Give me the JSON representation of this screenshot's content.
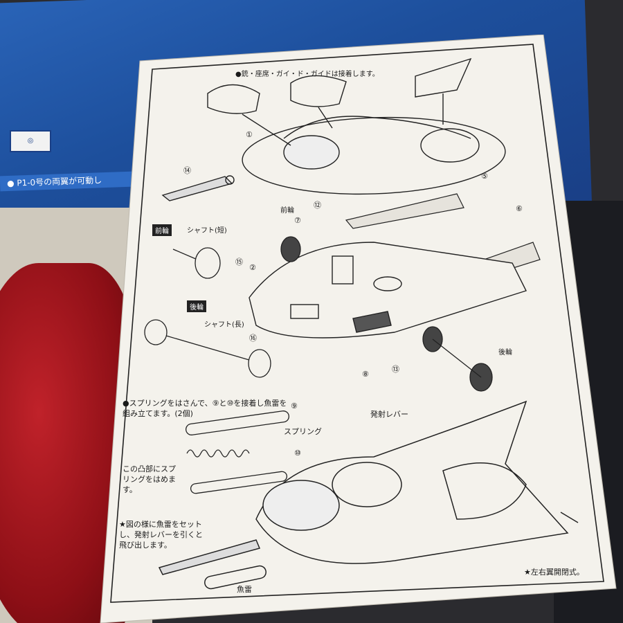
{
  "background": {
    "box_strip_text": "● P1-0号の両翼が可動し",
    "box_colors": {
      "lid_blue": "#1d4f9c",
      "red_plastic": "#b01820",
      "sheet": "#f4f2ec"
    }
  },
  "instruction_sheet": {
    "header_note": "●銃・座席・ガイ・ド・ガイドは接着します。",
    "parts_labels": {
      "front_wheel_tag": "前輪",
      "rear_wheel_tag": "後輪",
      "shaft_short": "シャフト(短)",
      "shaft_long": "シャフト(長)",
      "front_wheel": "前輪",
      "rear_wheel": "後輪",
      "spring": "スプリング",
      "fire_lever": "発射レバー",
      "torpedo": "魚雷"
    },
    "part_numbers": [
      "⑭",
      "⑮",
      "②",
      "⑯",
      "⑦",
      "⑫",
      "⑧",
      "⑬",
      "⑨",
      "⑩",
      "①",
      "⑤",
      "⑥"
    ],
    "notes": {
      "torpedo_assembly": "●スプリングをはさんで、⑨と⑩を接着し魚雷を組み立てます。(2個)",
      "spring_fit": "この凸部にスプリングをはめます。",
      "firing": "★図の様に魚雷をセットし、発射レバーを引くと飛び出します。",
      "wings": "★左右翼開閉式。"
    }
  }
}
